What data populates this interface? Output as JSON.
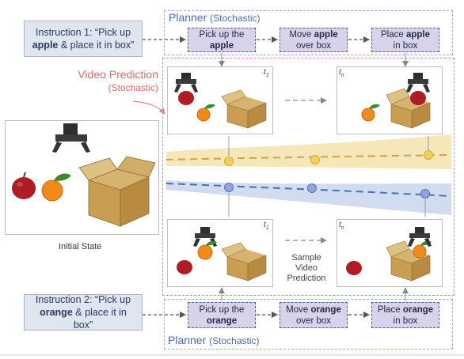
{
  "top": {
    "instruction": {
      "prefix": "Instruction 1: “Pick up",
      "object": "apple",
      "suffix": "& place it in box”"
    },
    "planner": {
      "title": "Planner",
      "sub": "(Stochastic)"
    },
    "steps": [
      {
        "pre": "Pick up the",
        "obj": "apple",
        "post": ""
      },
      {
        "pre": "Move",
        "obj": "apple",
        "post": "over box"
      },
      {
        "pre": "Place",
        "obj": "apple",
        "post": "in box"
      }
    ]
  },
  "bottom": {
    "instruction": {
      "prefix": "Instruction 2: “Pick up",
      "object": "orange",
      "suffix": "& place it in box”"
    },
    "planner": {
      "title": "Planner",
      "sub": "(Stochastic)"
    },
    "steps": [
      {
        "pre": "Pick up the",
        "obj": "orange",
        "post": ""
      },
      {
        "pre": "Move",
        "obj": "orange",
        "post": "over box"
      },
      {
        "pre": "Place",
        "obj": "orange",
        "post": "in box"
      }
    ]
  },
  "video_prediction": {
    "title": "Video Prediction",
    "sub": "(Stochastic)"
  },
  "initial_state": "Initial State",
  "sample_text": [
    "Sample",
    "Video",
    "Prediction"
  ],
  "frame_labels": {
    "t1": "t",
    "t1_sub": "1",
    "tn": "t",
    "tn_sub": "n"
  },
  "colors": {
    "planner_border": "#8fb0d8",
    "video_border": "#d88a8a",
    "task_fill": "#d8d2ea",
    "instr_fill": "#dfe6f0",
    "yellow": "#f3dfa0",
    "blue": "#c9d6ee"
  }
}
